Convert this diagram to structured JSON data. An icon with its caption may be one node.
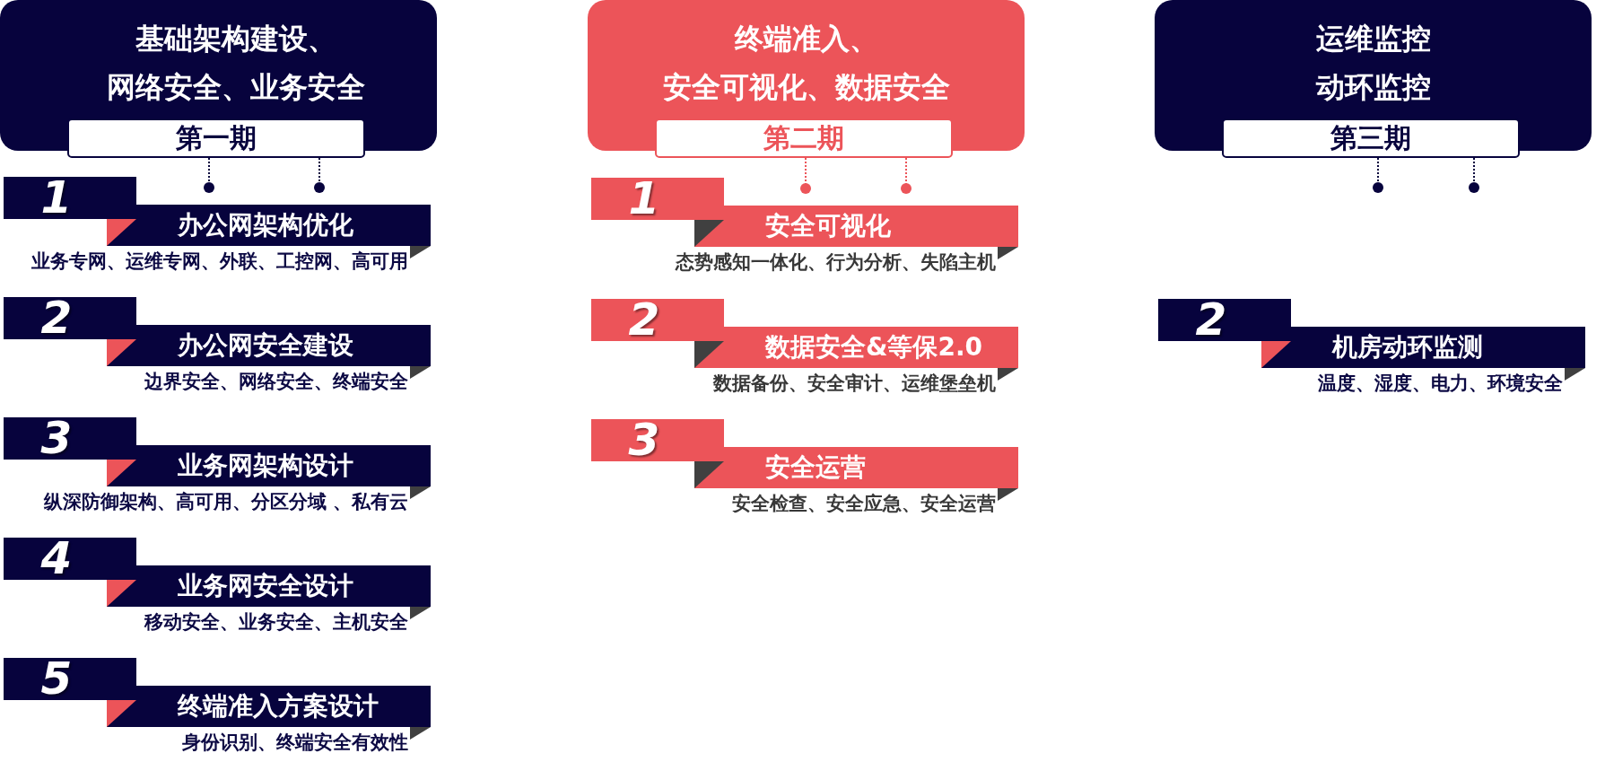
{
  "diagram": {
    "nodes": [
      {
        "text": [
          "基础架构建设、",
          "网络安全、业务安全"
        ]
      },
      {
        "text": [
          "第一期"
        ],
        "in": 0
      },
      {
        "text": [
          "1"
        ]
      },
      {
        "text": [
          "办公网架构优化"
        ],
        "beside": [
          "业务专网、运维专网、外联、工控网、高可用"
        ]
      },
      {
        "text": [
          "2"
        ]
      },
      {
        "text": [
          "办公网安全建设"
        ],
        "beside": [
          "边界安全、网络安全、终端安全"
        ]
      },
      {
        "text": [
          "3"
        ]
      },
      {
        "text": [
          "业务网架构设计"
        ],
        "beside": [
          "纵深防御架构、高可用、分区分域 、私有云"
        ]
      },
      {
        "text": [
          "4"
        ]
      },
      {
        "text": [
          "业务网安全设计"
        ],
        "beside": [
          "移动安全、业务安全、主机安全"
        ]
      },
      {
        "text": [
          "5"
        ]
      },
      {
        "text": [
          "终端准入方案设计"
        ],
        "beside": [
          "身份识别、终端安全有效性"
        ]
      },
      {
        "text": [
          "终端准入、",
          "安全可视化、数据安全"
        ]
      },
      {
        "text": [
          "第二期"
        ],
        "in": 12
      },
      {
        "text": [
          "1"
        ]
      },
      {
        "text": [
          "安全可视化"
        ],
        "beside": [
          "态势感知一体化、行为分析、失陷主机"
        ]
      },
      {
        "text": [
          "2"
        ]
      },
      {
        "text": [
          "数据安全&等保2.0"
        ],
        "beside": [
          "数据备份、安全审计、运维堡垒机"
        ]
      },
      {
        "text": [
          "3"
        ]
      },
      {
        "text": [
          "安全运营"
        ],
        "beside": [
          "安全检查、安全应急、安全运营"
        ]
      },
      {
        "text": [
          "运维监控",
          "动环监控"
        ]
      },
      {
        "text": [
          "第三期"
        ],
        "in": 20
      },
      {
        "text": [
          "2"
        ]
      },
      {
        "text": [
          "机房动环监测"
        ],
        "beside": [
          "温度、湿度、电力、环境安全"
        ]
      }
    ],
    "edges": [
      {
        "from": 1,
        "to": 3,
        "arrow": "other",
        "style": "dashed"
      },
      {
        "from": 1,
        "to": 3,
        "arrow": "other",
        "style": "dashed"
      },
      {
        "from": 13,
        "to": 15,
        "arrow": "other",
        "style": "dashed",
        "color": "#ec5459"
      },
      {
        "from": 13,
        "to": 15,
        "arrow": "other",
        "style": "dashed",
        "color": "#ec5459"
      },
      {
        "from": 21,
        "to": null,
        "arrow": "other",
        "style": "dashed"
      },
      {
        "from": 21,
        "to": null,
        "arrow": "other",
        "style": "dashed"
      }
    ]
  }
}
